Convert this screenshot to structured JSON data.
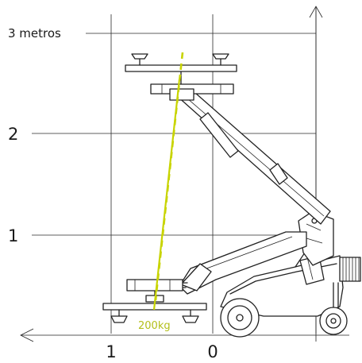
{
  "axis": {
    "top_label": "3 metros",
    "y_labels": [
      "2",
      "1"
    ],
    "x_labels": [
      "1",
      "0"
    ]
  },
  "load": {
    "label": "200kg"
  },
  "colors": {
    "ink": "#222222",
    "load_line": "#c8d400",
    "load_text": "#b3bf1a",
    "background": "#ffffff"
  }
}
